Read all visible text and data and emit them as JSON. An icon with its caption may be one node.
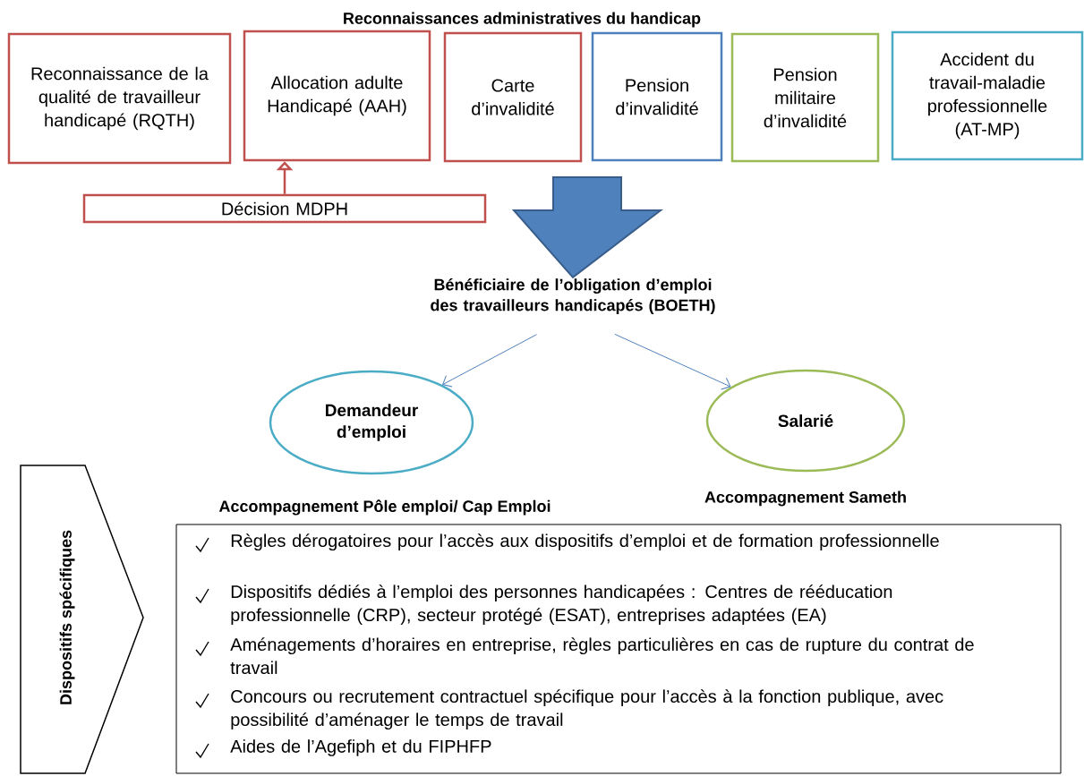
{
  "diagram": {
    "title": "Reconnaissances administratives du handicap",
    "nodes": [
      {
        "text": [
          "Reconnaissance de la qualité de travailleur handicapé (RQTH)"
        ]
      },
      {
        "text": [
          "Allocation adulte Handicapé (AAH)"
        ]
      },
      {
        "text": [
          "Carte d’invalidité"
        ]
      },
      {
        "text": [
          "Pension d’invalidité"
        ]
      },
      {
        "text": [
          "Pension militaire d’invalidité"
        ]
      },
      {
        "text": [
          "Accident du travail-maladie professionnelle (AT-MP)"
        ]
      },
      {
        "text": [
          "Décision MDPH"
        ]
      },
      {
        "text": [
          "Bénéficiaire de l’obligation d’emploi des travailleurs handicapés (BOETH)"
        ]
      },
      {
        "text": [
          "Demandeur d’emploi"
        ]
      },
      {
        "text": [
          "Salarié"
        ]
      },
      {
        "text": [
          "Règles dérogatoires pour l’accès aux dispositifs d’emploi et de formation professionnelle",
          "Dispositifs dédiés à l’emploi des personnes handicapées : Centres de rééducation professionnelle (CRP), secteur protégé (ESAT), entreprises adaptées (EA)",
          "Aménagements d’horaires en entreprise, règles particulières en cas de rupture du contrat de travail",
          "Concours ou recrutement contractuel spécifique pour l’accès à la fonction publique, avec possibilité d’aménager le temps de travail",
          "Aides de l’Agefiph et du FIPHFP"
        ]
      },
      {
        "text": [
          "Dispositifs spécifiques"
        ]
      }
    ],
    "edges": [
      {
        "from": 6,
        "to": 1,
        "arrow": "to",
        "color": "#c0504d"
      },
      {
        "from": null,
        "to": 7,
        "arrow": "to",
        "style": "thick"
      },
      {
        "from": 7,
        "to": 8,
        "arrow": "to"
      },
      {
        "from": 7,
        "to": 9,
        "arrow": "to"
      }
    ],
    "labels": [
      "Accompagnement Pôle emploi/ Cap Emploi",
      "Accompagnement Sameth"
    ]
  }
}
